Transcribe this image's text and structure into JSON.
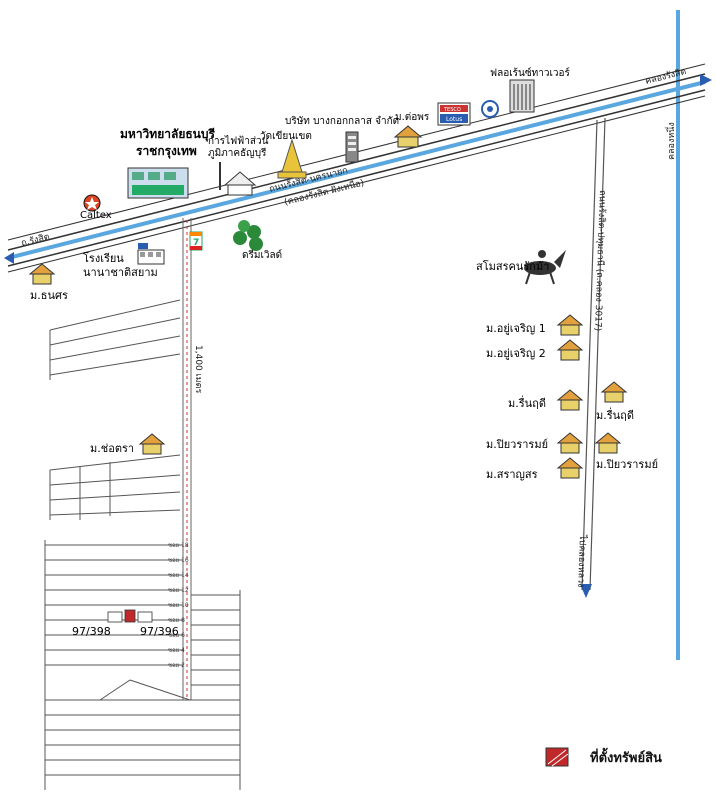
{
  "map": {
    "top_road_left_label": "ถ.รังสิต",
    "top_road_right_label": "คลองรังสิต",
    "main_road_label_1": "ถนนรังสิต-นครนายก",
    "main_road_label_2": "(คลองรังสิต ฝั่งเหนือ)",
    "right_canal_label": "คลองหนึ่ง",
    "vertical_road_label": "ถนนรังสิต-ปทุมธานี (ถ.คลอง 3017)",
    "vertical_road_bottom_label": "ไปคลองหลวง",
    "lane_distance_label": "1,400 เมตร"
  },
  "places": {
    "university": "มหาวิทยาลัยธนบุรี",
    "university_2": "ราชกรุงเทพ",
    "electric_office": "การไฟฟ้าส่วน",
    "electric_office_2": "ภูมิภาคธัญบุรี",
    "temple": "วัดเขียนเขต",
    "company": "บริษัท บางกอกกลาส จำกัด",
    "market": "ม.ต่อพร",
    "tesco": "TESCO",
    "tesco_2": "Lotus",
    "mall": "ฟลอเร้นซ์ทาวเวอร์",
    "caltex": "Caltex",
    "stadium": "โรงเรียน",
    "stadium_2": "นานาชาติสยาม",
    "seven_eleven": "7",
    "tree_place": "ดรีมเวิลด์",
    "village_left": "ม.ธนศร",
    "village_mid": "ม.ช่อตรา",
    "horse": "สโมสรคนรักม้า",
    "v1": "ม.อยู่เจริญ 1",
    "v2": "ม.อยู่เจริญ 2",
    "v3": "ม.รื่นฤดี",
    "v3b": "ม.รื่นฤดี",
    "v4": "ม.ปิยวรารมย์",
    "v4b": "ม.ปิยวรารมย์",
    "v5": "ม.สราญสร"
  },
  "plot": {
    "label_left": "97/398",
    "label_right": "97/396"
  },
  "lanes": [
    "ซอย 18",
    "ซอย 16",
    "ซอย 14",
    "ซอย 12",
    "ซอย 10",
    "ซอย 8",
    "ซอย 6",
    "ซอย 4",
    "ซอย 2"
  ],
  "legend": {
    "property_label": "ที่ตั้งทรัพย์สิน",
    "property_color": "#c0282a"
  },
  "colors": {
    "canal": "#5aa7e0",
    "road_line": "#555555",
    "house": "#e2a13c"
  }
}
